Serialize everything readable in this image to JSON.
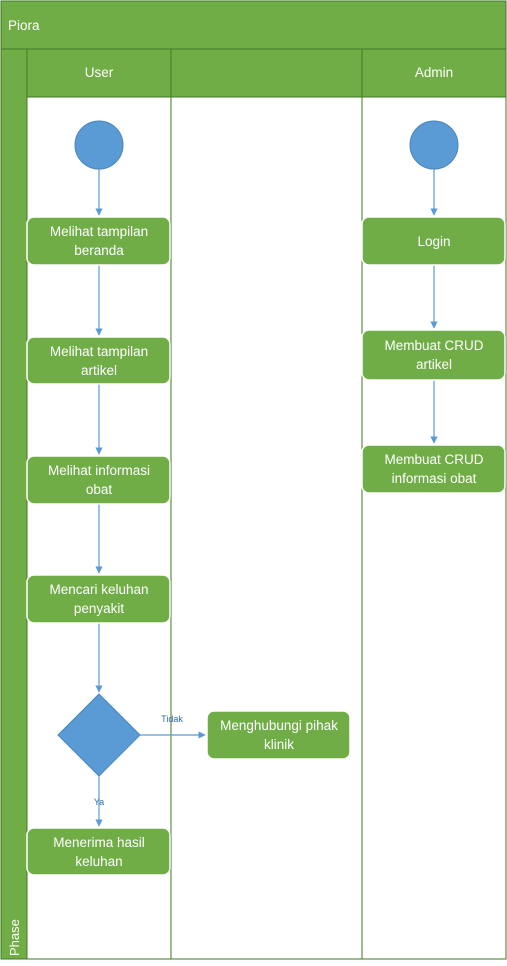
{
  "title": "Piora",
  "phase_label": "Phase",
  "lanes": [
    {
      "id": "user",
      "label": "User"
    },
    {
      "id": "middle",
      "label": ""
    },
    {
      "id": "admin",
      "label": "Admin"
    }
  ],
  "nodes": {
    "user_start": {
      "type": "start"
    },
    "beranda": {
      "type": "activity",
      "lines": [
        "Melihat tampilan",
        "beranda"
      ]
    },
    "artikel": {
      "type": "activity",
      "lines": [
        "Melihat tampilan",
        "artikel"
      ]
    },
    "obat": {
      "type": "activity",
      "lines": [
        "Melihat informasi",
        "obat"
      ]
    },
    "keluhan": {
      "type": "activity",
      "lines": [
        "Mencari keluhan",
        "penyakit"
      ]
    },
    "decision": {
      "type": "decision"
    },
    "klinik": {
      "type": "activity",
      "lines": [
        "Menghubungi pihak",
        "klinik"
      ]
    },
    "hasil": {
      "type": "activity",
      "lines": [
        "Menerima hasil",
        "keluhan"
      ]
    },
    "admin_start": {
      "type": "start"
    },
    "login": {
      "type": "activity",
      "lines": [
        "Login"
      ]
    },
    "crud_artikel": {
      "type": "activity",
      "lines": [
        "Membuat CRUD",
        "artikel"
      ]
    },
    "crud_obat": {
      "type": "activity",
      "lines": [
        "Membuat CRUD",
        "informasi obat"
      ]
    }
  },
  "edges": [
    {
      "from": "user_start",
      "to": "beranda",
      "label": ""
    },
    {
      "from": "beranda",
      "to": "artikel",
      "label": ""
    },
    {
      "from": "artikel",
      "to": "obat",
      "label": ""
    },
    {
      "from": "obat",
      "to": "keluhan",
      "label": ""
    },
    {
      "from": "keluhan",
      "to": "decision",
      "label": ""
    },
    {
      "from": "decision",
      "to": "klinik",
      "label": "Tidak"
    },
    {
      "from": "decision",
      "to": "hasil",
      "label": "Ya"
    },
    {
      "from": "admin_start",
      "to": "login",
      "label": ""
    },
    {
      "from": "login",
      "to": "crud_artikel",
      "label": ""
    },
    {
      "from": "crud_artikel",
      "to": "crud_obat",
      "label": ""
    }
  ],
  "colors": {
    "lane_green": "#70ad47",
    "lane_border": "#3f7a23",
    "activity_fill": "#70ad47",
    "activity_border": "#ffffff",
    "start_fill": "#5b9bd5",
    "decision_fill": "#5b9bd5",
    "edge": "#5b9bd5",
    "edge_label": "#2f6ea3",
    "text": "#ffffff"
  }
}
